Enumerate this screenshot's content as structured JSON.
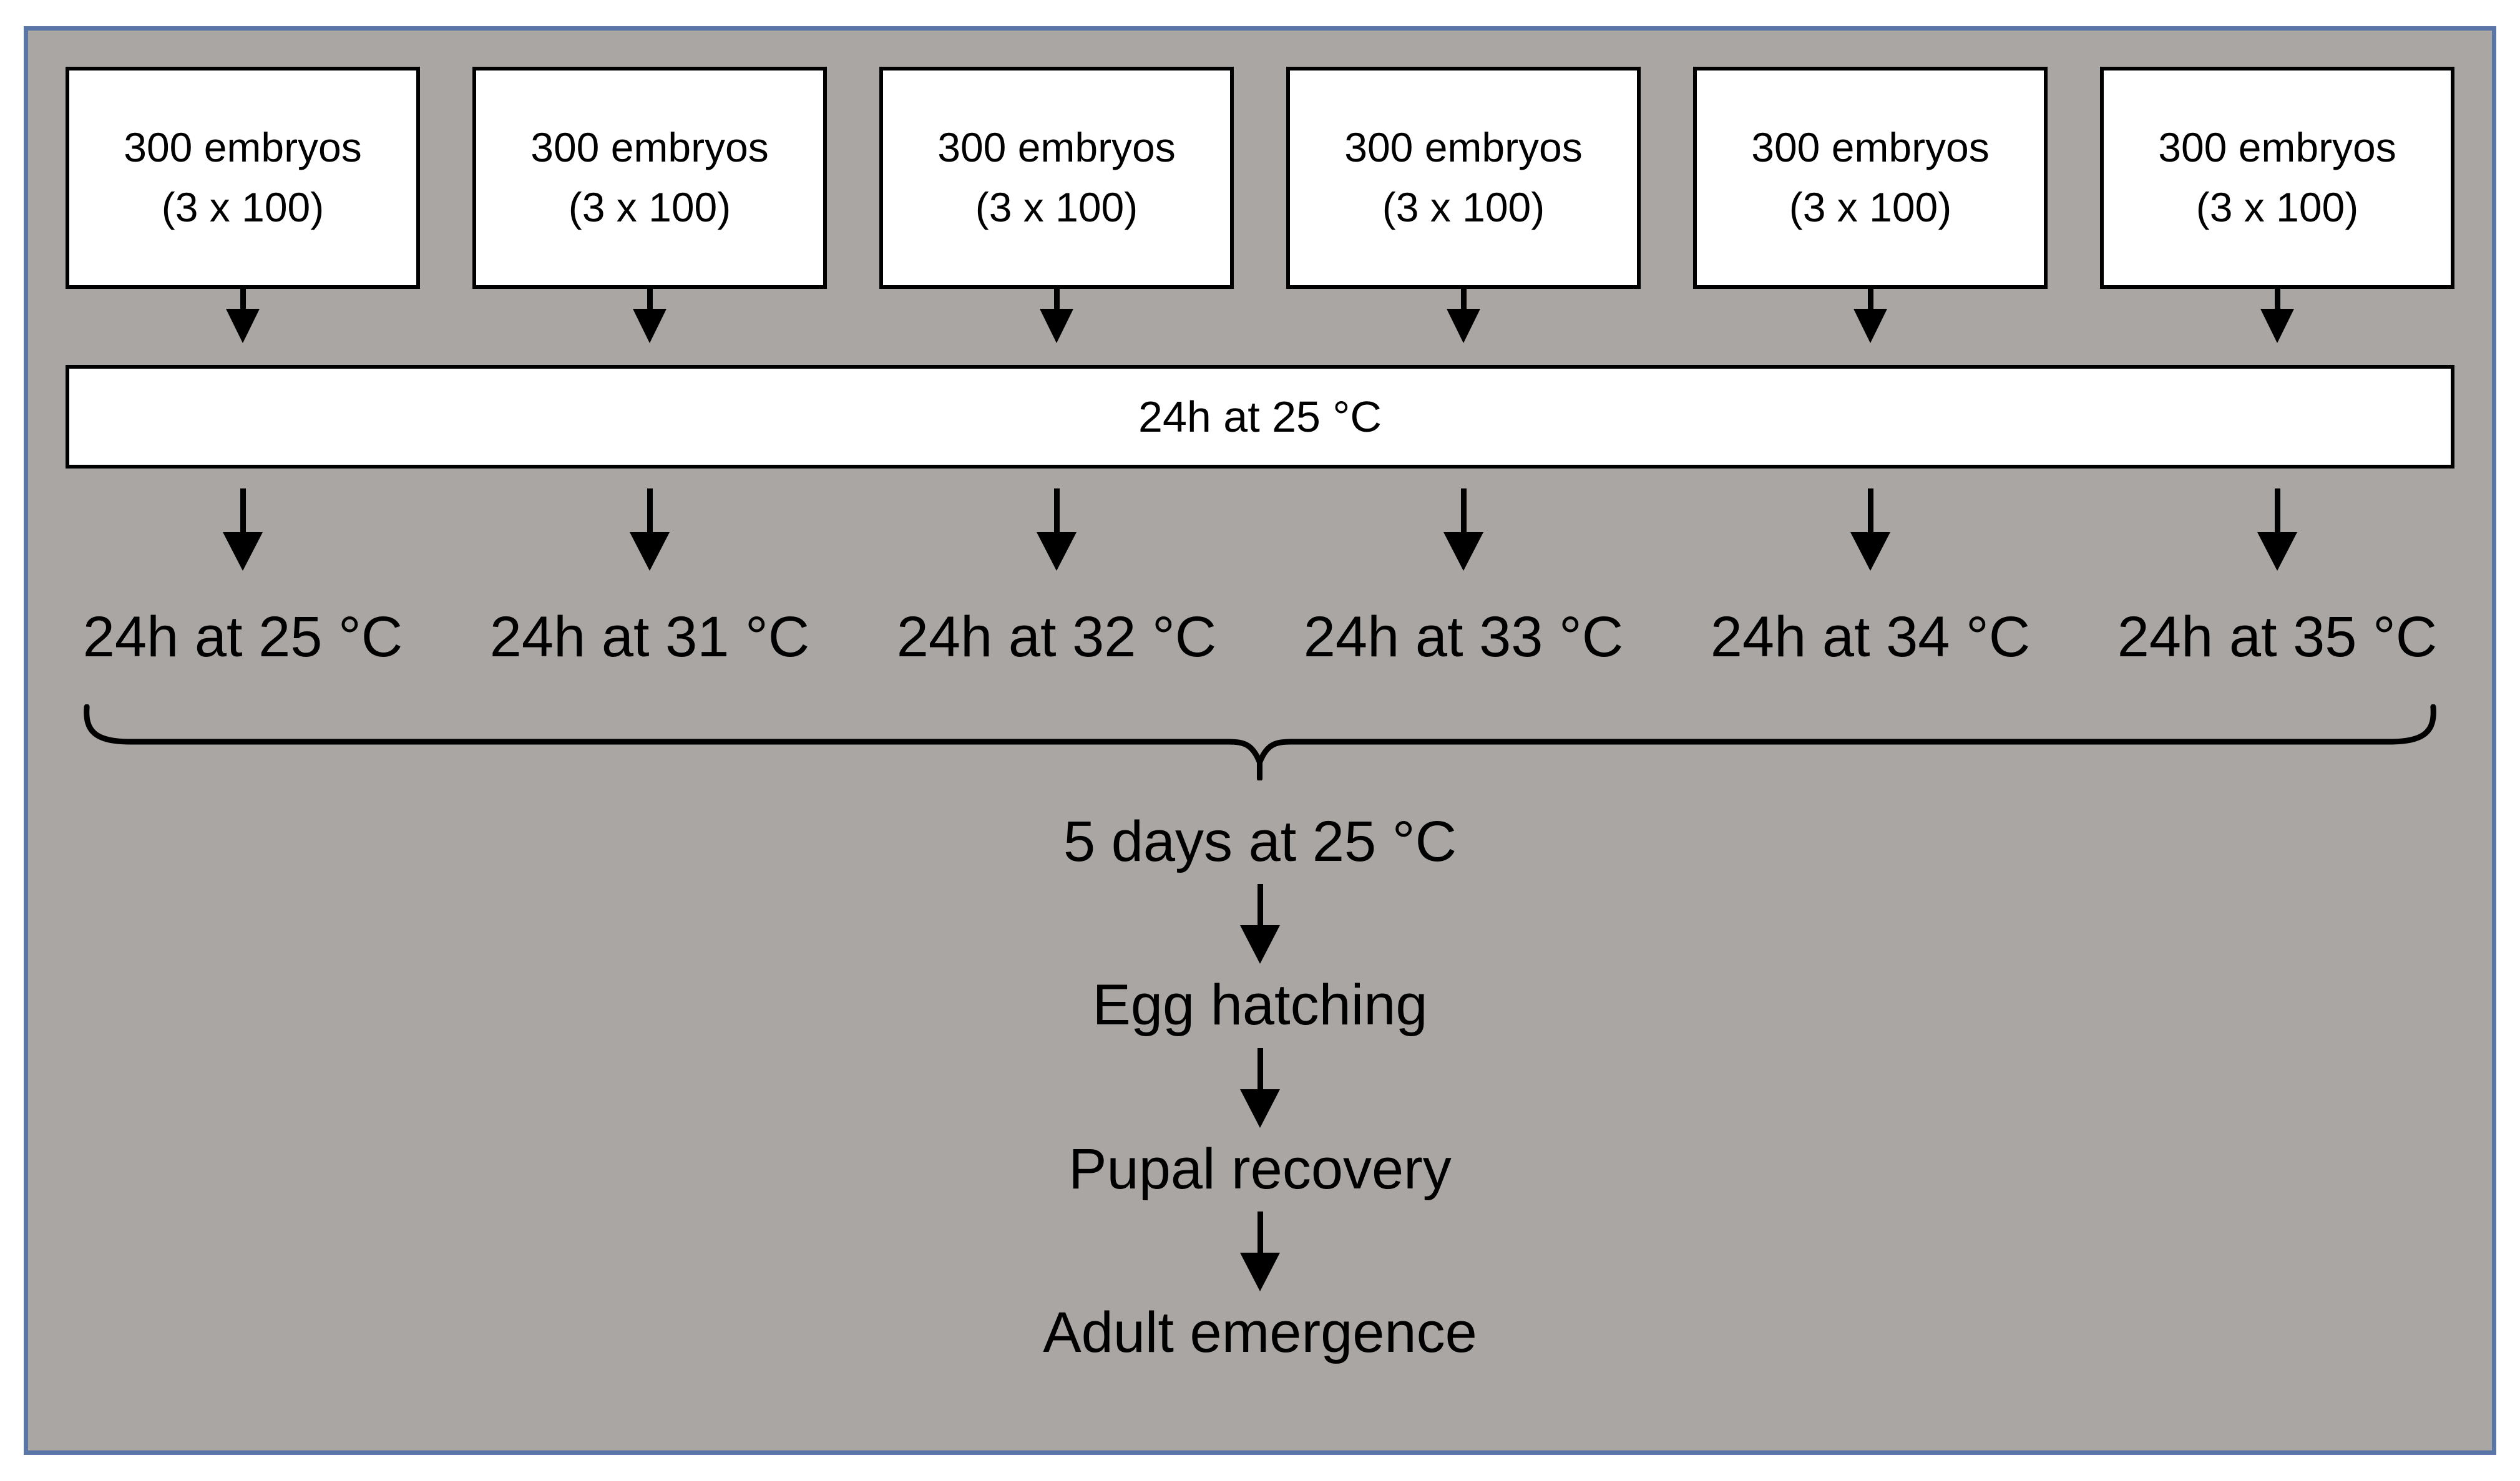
{
  "colors": {
    "page_bg": "#ffffff",
    "frame_border": "#5a76a6",
    "diagram_bg": "#a9a6a3",
    "box_fill": "#ffffff",
    "line": "#000000"
  },
  "embryo_boxes": [
    {
      "line1": "300 embryos",
      "line2": "(3 x 100)"
    },
    {
      "line1": "300 embryos",
      "line2": "(3 x 100)"
    },
    {
      "line1": "300 embryos",
      "line2": "(3 x 100)"
    },
    {
      "line1": "300 embryos",
      "line2": "(3 x 100)"
    },
    {
      "line1": "300 embryos",
      "line2": "(3 x 100)"
    },
    {
      "line1": "300 embryos",
      "line2": "(3 x 100)"
    }
  ],
  "incubation_bar": {
    "label": "24h at 25 °C"
  },
  "treatments": [
    "24h at 25 °C",
    "24h at 31 °C",
    "24h at 32 °C",
    "24h at 33 °C",
    "24h at 34 °C",
    "24h at 35 °C"
  ],
  "post_treatment": {
    "duration": "5 days at 25 °C",
    "steps": [
      "Egg hatching",
      "Pupal recovery",
      "Adult emergence"
    ]
  }
}
